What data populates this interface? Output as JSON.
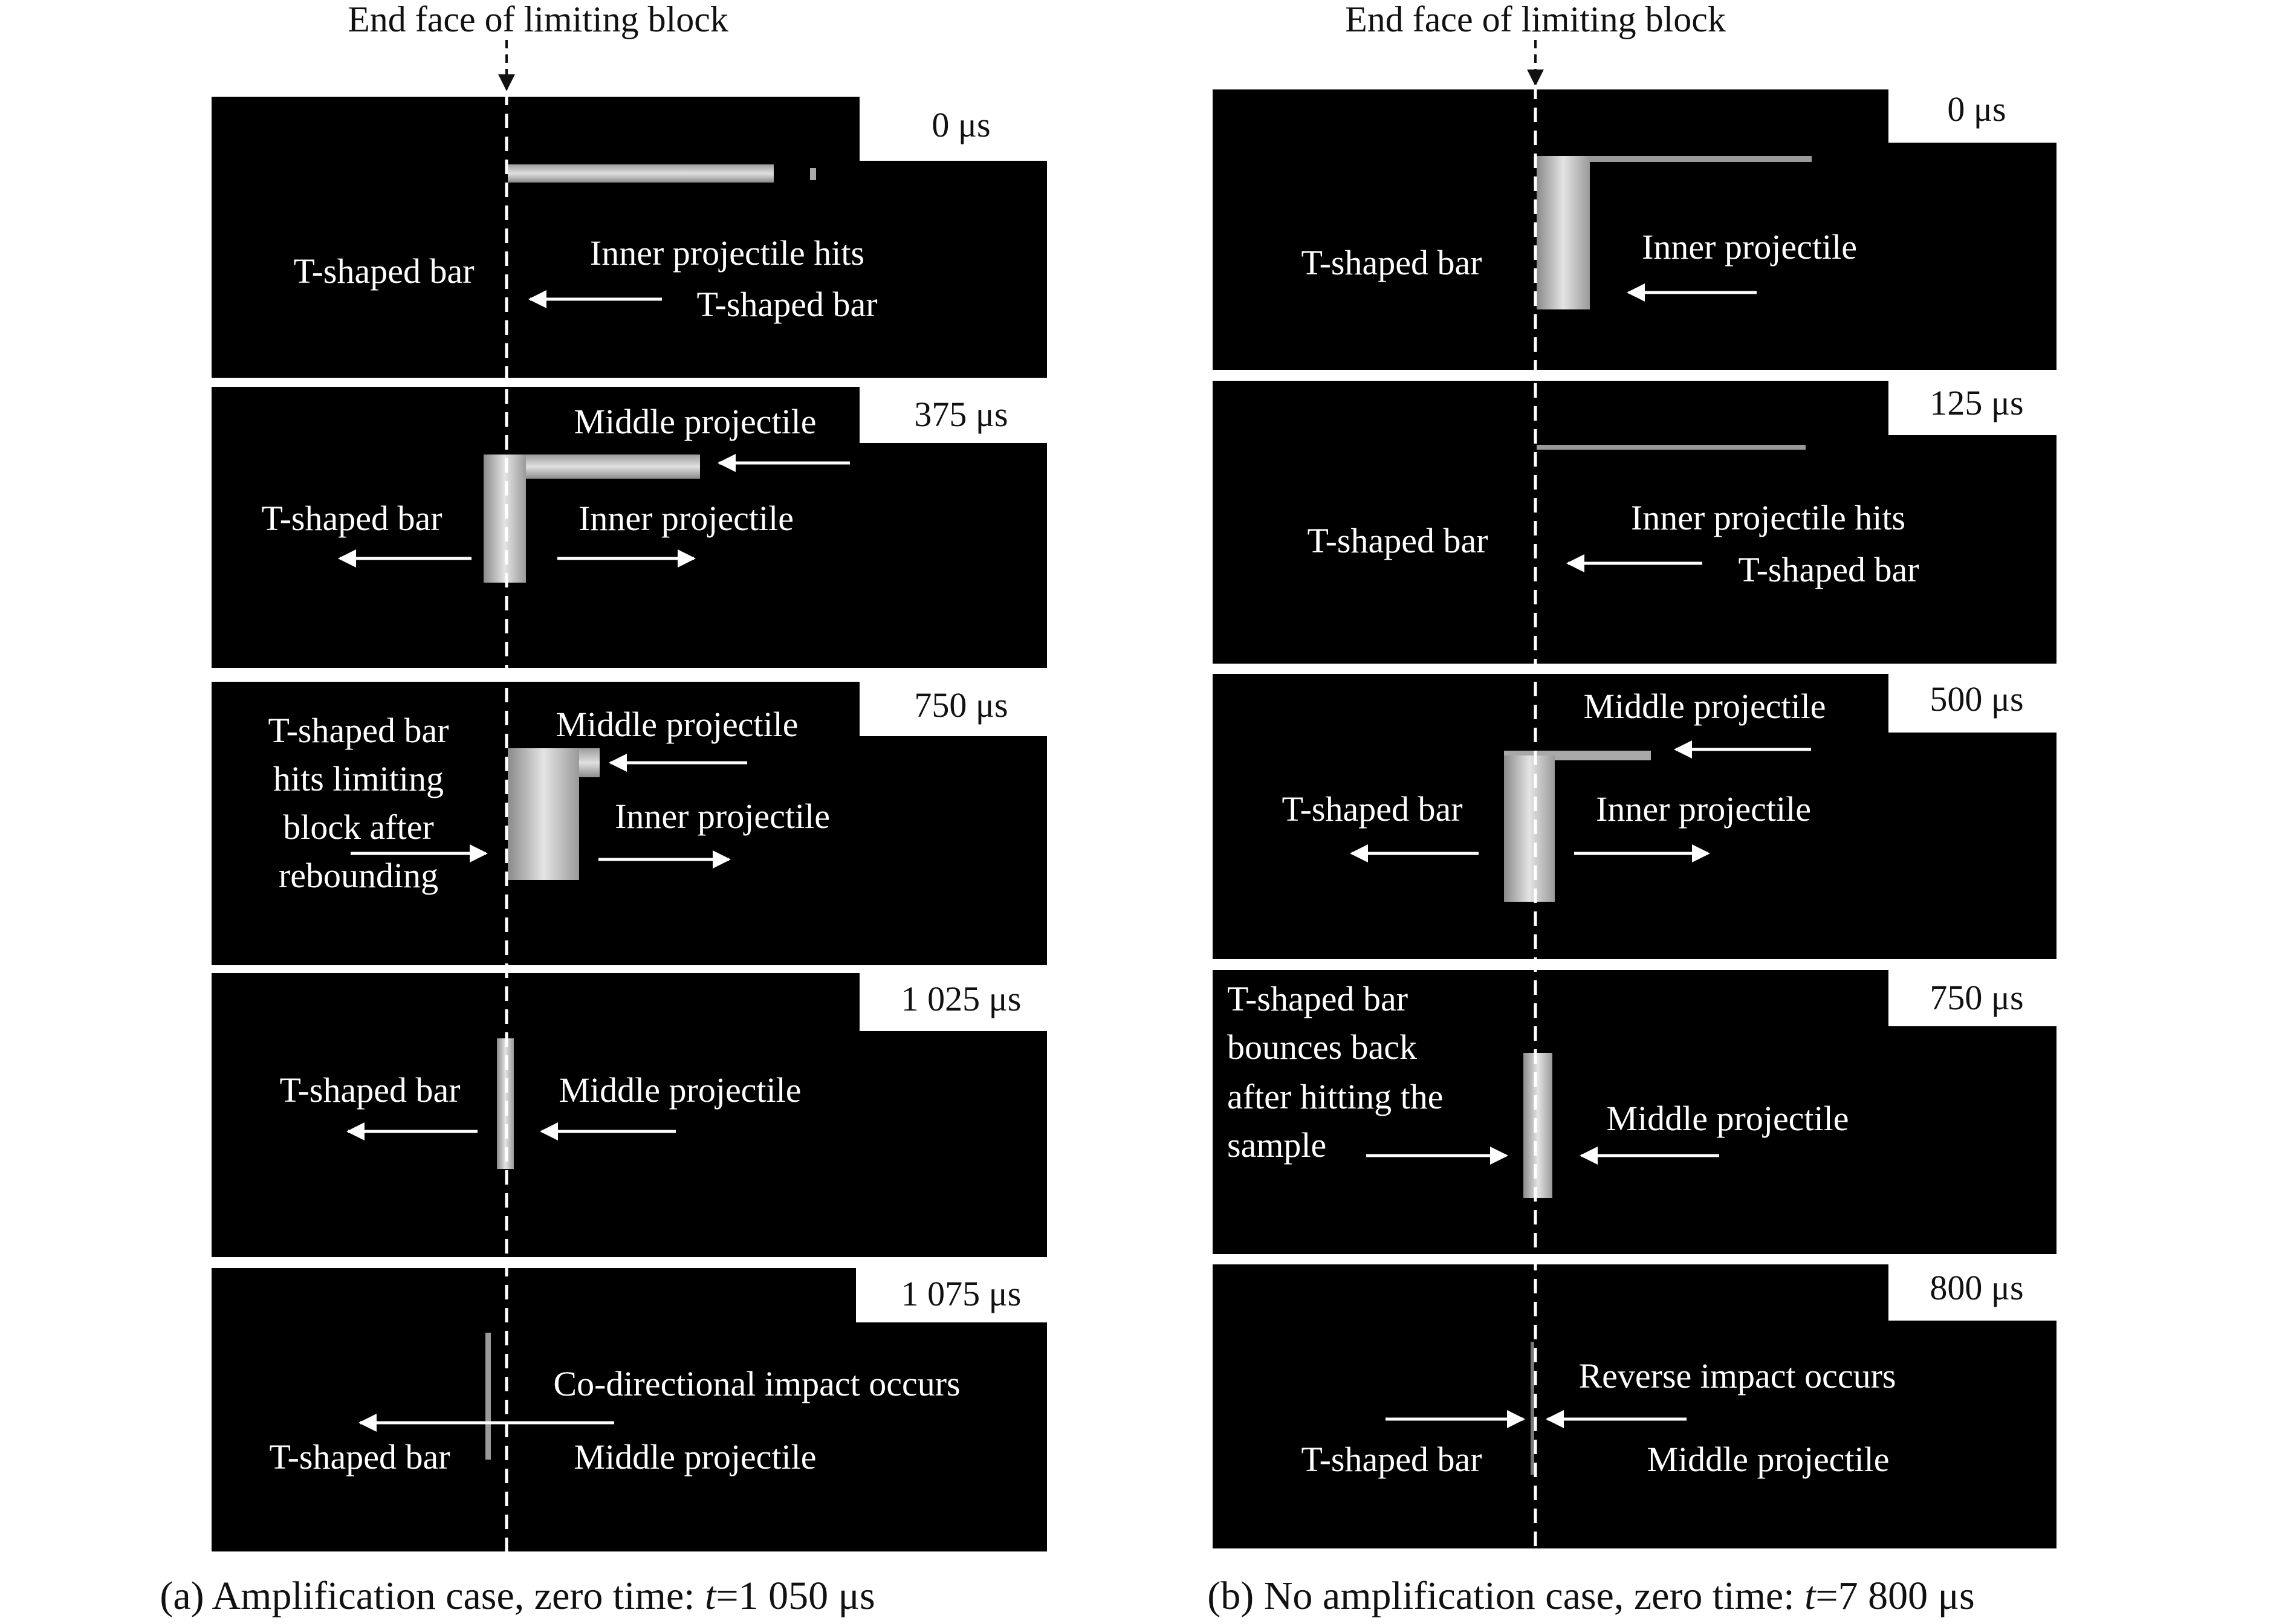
{
  "colors": {
    "frame_bg": "#000000",
    "label": "#ffffff",
    "page": "#ffffff",
    "specimen": "#d0d0d0"
  },
  "panel_a": {
    "title": "End face of limiting block",
    "caption_prefix": "(a) Amplification case, zero time: ",
    "caption_t": "t",
    "caption_value": "=1 050 μs",
    "frames": [
      {
        "time": "0 μs",
        "labels": [
          "T-shaped bar",
          "Inner projectile hits",
          "T-shaped bar"
        ]
      },
      {
        "time": "375 μs",
        "labels": [
          "Middle projectile",
          "T-shaped bar",
          "Inner projectile"
        ]
      },
      {
        "time": "750 μs",
        "labels": [
          "T-shaped bar",
          "hits limiting",
          "block after",
          "rebounding",
          "Middle projectile",
          "Inner projectile"
        ]
      },
      {
        "time": "1 025 μs",
        "labels": [
          "T-shaped bar",
          "Middle projectile"
        ]
      },
      {
        "time": "1 075 μs",
        "labels": [
          "Co-directional impact occurs",
          "T-shaped bar",
          "Middle projectile"
        ]
      }
    ]
  },
  "panel_b": {
    "title": "End face of limiting block",
    "caption_prefix": "(b) No amplification case, zero time: ",
    "caption_t": "t",
    "caption_value": "=7 800 μs",
    "frames": [
      {
        "time": "0 μs",
        "labels": [
          "T-shaped bar",
          "Inner projectile"
        ]
      },
      {
        "time": "125 μs",
        "labels": [
          "T-shaped bar",
          "Inner projectile hits",
          "T-shaped bar"
        ]
      },
      {
        "time": "500 μs",
        "labels": [
          "Middle projectile",
          "T-shaped bar",
          "Inner projectile"
        ]
      },
      {
        "time": "750 μs",
        "labels": [
          "T-shaped bar",
          "bounces back",
          "after hitting the",
          "sample",
          "Middle projectile"
        ]
      },
      {
        "time": "800 μs",
        "labels": [
          "Reverse impact occurs",
          "T-shaped bar",
          "Middle projectile"
        ]
      }
    ]
  }
}
